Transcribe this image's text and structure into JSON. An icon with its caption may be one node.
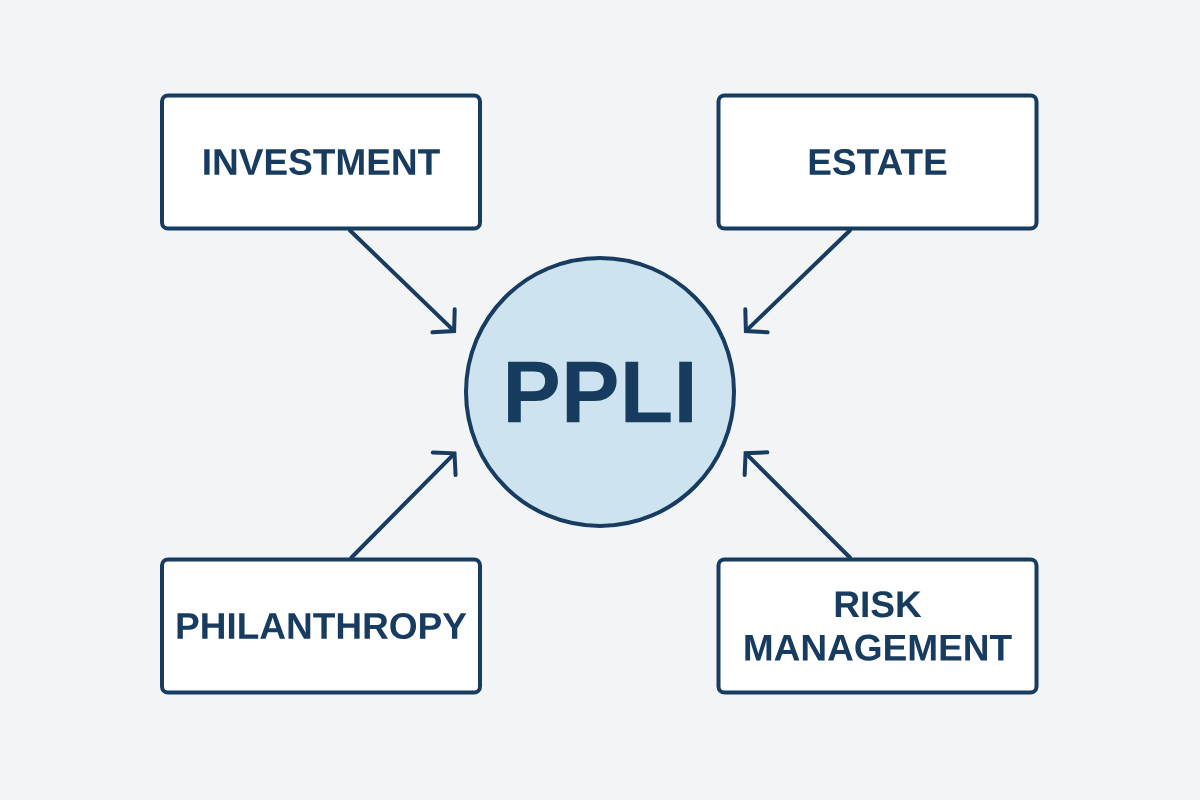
{
  "diagram": {
    "nodes": [
      {
        "text": [
          "INVESTMENT"
        ]
      },
      {
        "text": [
          "ESTATE"
        ]
      },
      {
        "text": [
          "PPLI"
        ]
      },
      {
        "text": [
          "PHILANTHROPY"
        ]
      },
      {
        "text": [
          "RISK MANAGEMENT"
        ]
      }
    ],
    "edges": [
      {
        "from": 0,
        "to": 2,
        "arrow": "to"
      },
      {
        "from": 1,
        "to": 2,
        "arrow": "to"
      },
      {
        "from": 3,
        "to": 2,
        "arrow": "to"
      },
      {
        "from": 4,
        "to": 2,
        "arrow": "to"
      }
    ]
  }
}
